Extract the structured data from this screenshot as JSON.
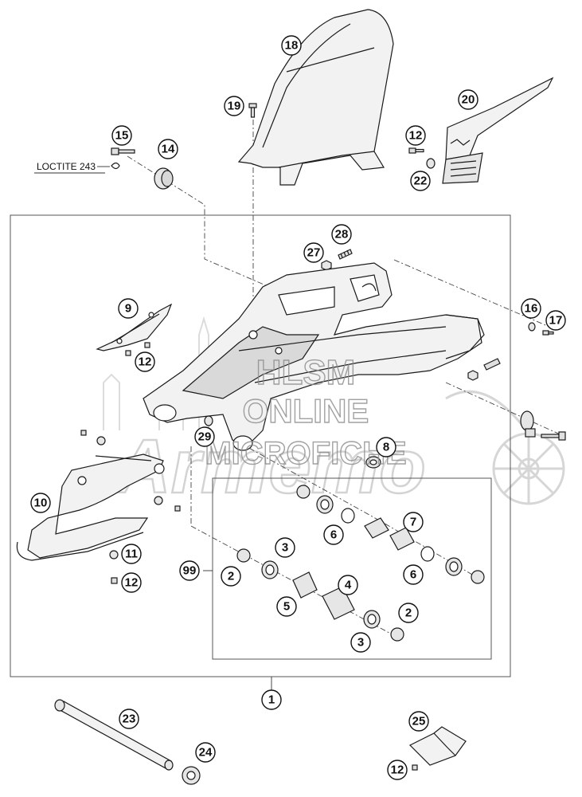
{
  "watermark": {
    "line1": "HLSM",
    "line2": "ONLINE",
    "line3": "MICROFICHE",
    "brand": "Armemo",
    "color": "#9a9a9a"
  },
  "labels": {
    "loctite": "LOCTITE 243"
  },
  "callouts": {
    "p18": "18",
    "p19": "19",
    "p20": "20",
    "p12_top": "12",
    "p22": "22",
    "p15": "15",
    "p14": "14",
    "p28": "28",
    "p27": "27",
    "p9": "9",
    "p12_left": "12",
    "p16": "16",
    "p17": "17",
    "p29": "29",
    "p8": "8",
    "p10": "10",
    "p11": "11",
    "p12_mid": "12",
    "p99": "99",
    "p2_left": "2",
    "p3_left": "3",
    "p4": "4",
    "p5": "5",
    "p6_top": "6",
    "p7": "7",
    "p6_right": "6",
    "p2_right": "2",
    "p3_bottom": "3",
    "p1": "1",
    "p23": "23",
    "p24": "24",
    "p25": "25",
    "p12_bottom": "12"
  },
  "colors": {
    "line": "#1a1a1a",
    "part_fill": "#f2f2f2",
    "part_shade": "#d9d9d9"
  }
}
